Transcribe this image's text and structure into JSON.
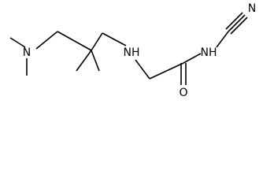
{
  "molecule": {
    "atoms": {
      "amine_n": "N",
      "secondary_amine": "NH",
      "amide_n": "NH",
      "carbonyl_o": "O",
      "nitrile_n": "N"
    },
    "colors": {
      "bond": "#000000",
      "label": "#000000",
      "background": "#ffffff"
    }
  }
}
